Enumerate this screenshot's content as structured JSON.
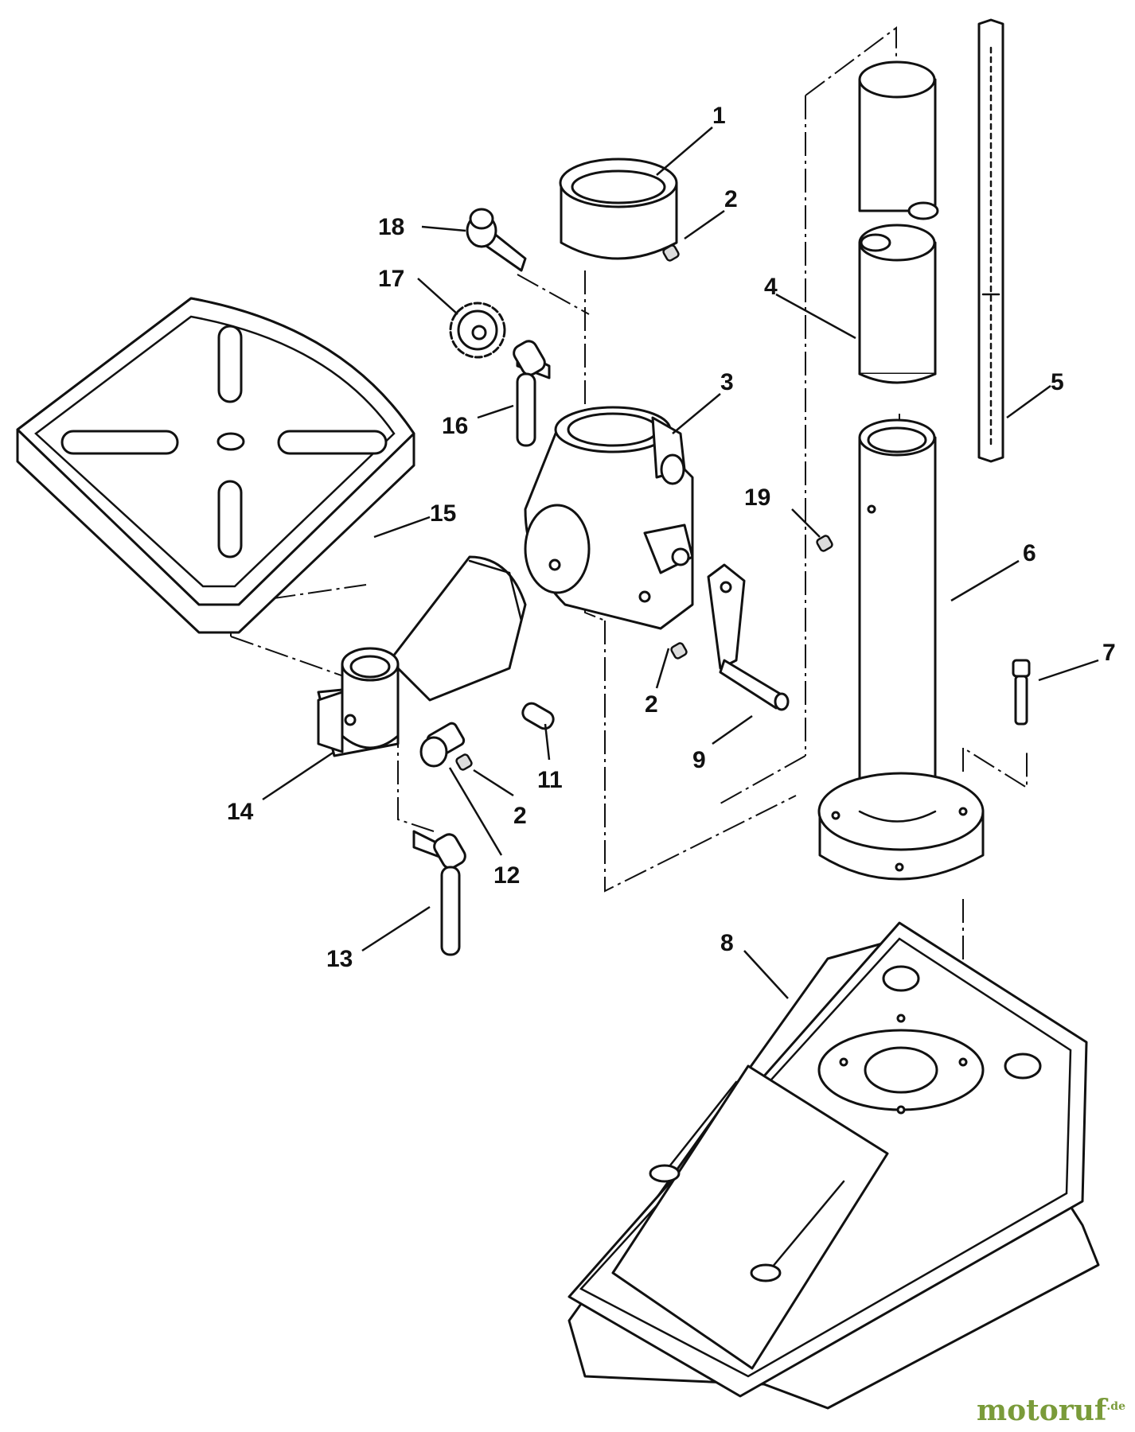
{
  "diagram": {
    "callouts": {
      "c1": "1",
      "c2a": "2",
      "c2b": "2",
      "c2c": "2",
      "c3": "3",
      "c4": "4",
      "c5": "5",
      "c6": "6",
      "c7": "7",
      "c8": "8",
      "c9": "9",
      "c11": "11",
      "c12": "12",
      "c13": "13",
      "c14": "14",
      "c15": "15",
      "c16": "16",
      "c17": "17",
      "c18": "18",
      "c19": "19"
    }
  },
  "watermark": {
    "text": "motoruf",
    "tld": ".de"
  },
  "colors": {
    "line": "#111111",
    "watermark": "#7a9b3a"
  }
}
